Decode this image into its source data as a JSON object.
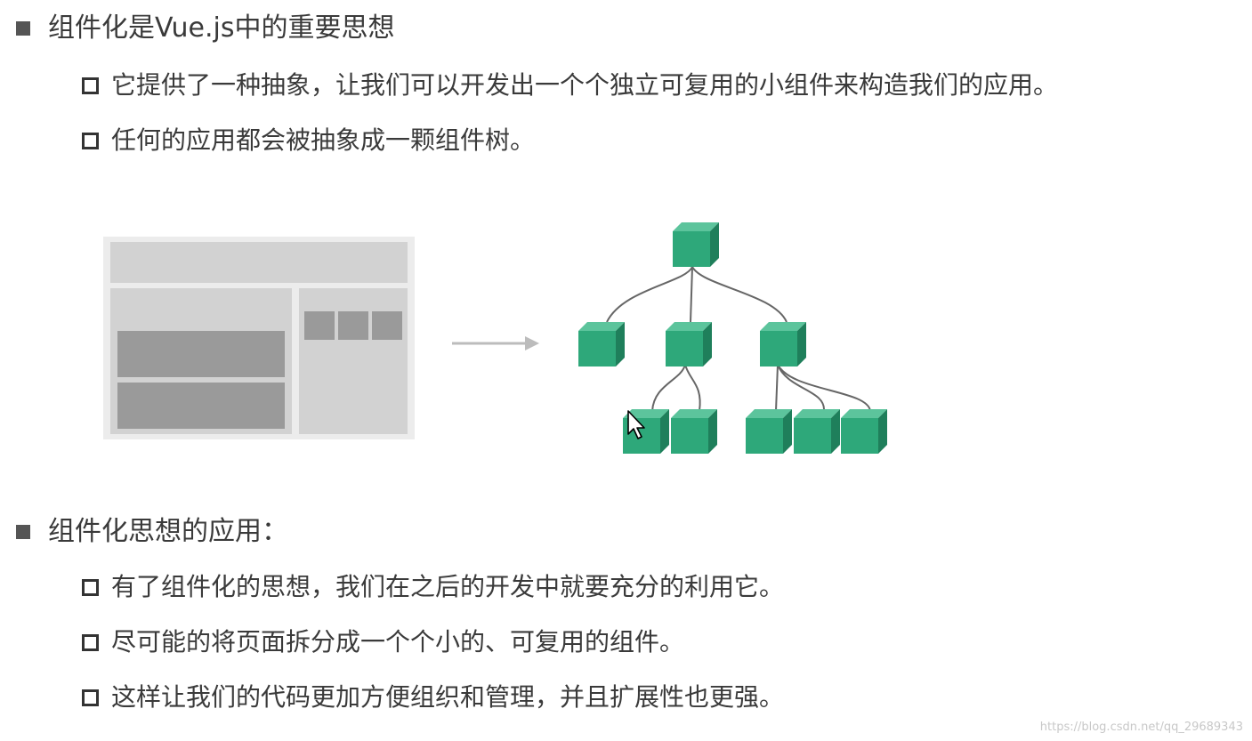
{
  "sections": [
    {
      "heading": "组件化是Vue.js中的重要思想",
      "items": [
        "它提供了一种抽象，让我们可以开发出一个个独立可复用的小组件来构造我们的应用。",
        "任何的应用都会被抽象成一颗组件树。"
      ]
    },
    {
      "heading": "组件化思想的应用：",
      "items": [
        "有了组件化的思想，我们在之后的开发中就要充分的利用它。",
        "尽可能的将页面拆分成一个个小的、可复用的组件。",
        "这样让我们的代码更加方便组织和管理，并且扩展性也更强。"
      ]
    }
  ],
  "colors": {
    "cube": "#2ea87a",
    "cube_dark": "#1f7f5b",
    "cube_light": "#5cc49c",
    "wire": "#cfcfcf",
    "block": "#9a9a9a"
  },
  "watermark": "https://blog.csdn.net/qq_29689343"
}
